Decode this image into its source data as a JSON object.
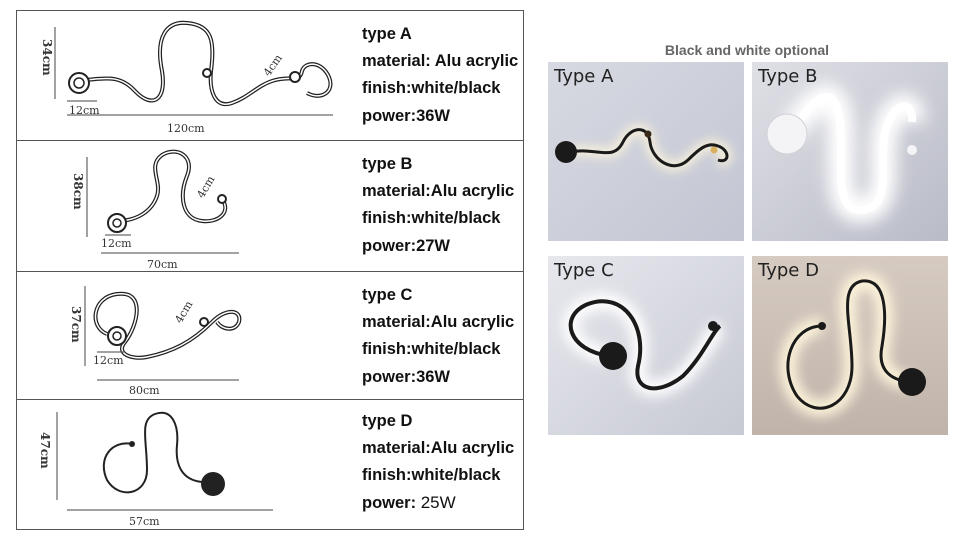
{
  "specs": [
    {
      "type": "type A",
      "material": "material: Alu acrylic",
      "finish": "finish:white/black",
      "power_label": "power:36W",
      "power_value": "",
      "dims": {
        "height": "34cm",
        "width": "120cm",
        "end": "12cm",
        "head": "4cm"
      }
    },
    {
      "type": "type B",
      "material": "material:Alu acrylic",
      "finish": "finish:white/black",
      "power_label": "power:27W",
      "power_value": "",
      "dims": {
        "height": "38cm",
        "width": "70cm",
        "end": "12cm",
        "head": "4cm"
      }
    },
    {
      "type": "type C",
      "material": "material:Alu acrylic",
      "finish": "finish:white/black",
      "power_label": "power:36W",
      "power_value": "",
      "dims": {
        "height": "37cm",
        "width": "80cm",
        "end": "12cm",
        "head": "4cm"
      }
    },
    {
      "type": "type D",
      "material": "material:Alu acrylic",
      "finish": "finish:white/black",
      "power_label": "power:",
      "power_value": "25W",
      "dims": {
        "height": "47cm",
        "width": "57cm"
      }
    }
  ],
  "photos": {
    "title": "Black and white optional",
    "tags": [
      "Type A",
      "Type B",
      "Type C",
      "Type D"
    ]
  },
  "colors": {
    "lamp_black": "#1a1a1a",
    "glow": "#fff6dc",
    "wall_a": "#cfd2dc",
    "wall_d": "#c9bfb8"
  }
}
